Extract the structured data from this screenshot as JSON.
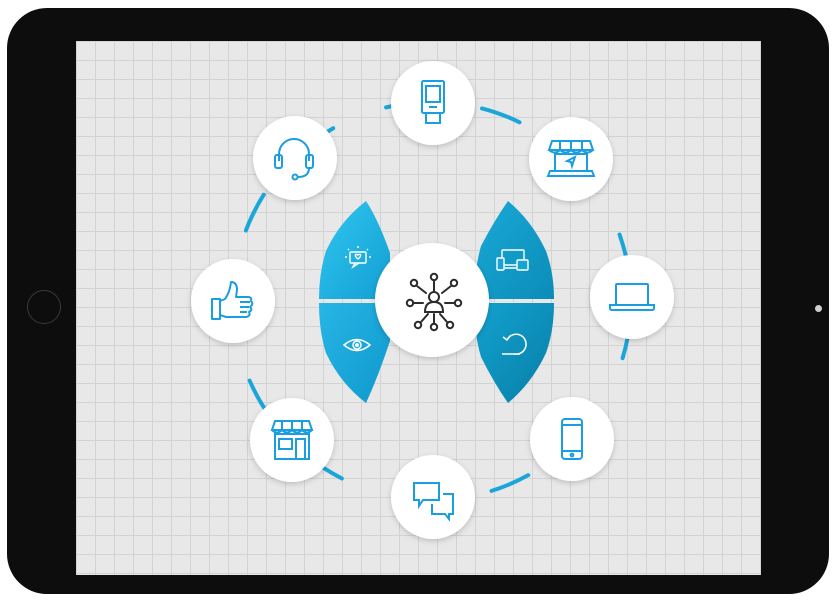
{
  "device": {
    "type": "tablet",
    "orientation": "landscape"
  },
  "diagram": {
    "type": "omnichannel-hub",
    "accent_color": "#1ab0e0",
    "dark_accent_color": "#0d8fb8",
    "ring_color": "#1aa6d8",
    "hub_icon": "customer-network-icon",
    "inner_segments": [
      {
        "icon": "feedback-heart-message-icon"
      },
      {
        "icon": "multi-device-icon"
      },
      {
        "icon": "eye-icon"
      },
      {
        "icon": "refresh-cycle-icon"
      }
    ],
    "channels": [
      {
        "icon": "kiosk-icon"
      },
      {
        "icon": "online-store-laptop-icon"
      },
      {
        "icon": "laptop-icon"
      },
      {
        "icon": "smartphone-icon"
      },
      {
        "icon": "chat-bubbles-icon"
      },
      {
        "icon": "storefront-icon"
      },
      {
        "icon": "thumbs-up-icon"
      },
      {
        "icon": "headset-icon"
      }
    ]
  }
}
